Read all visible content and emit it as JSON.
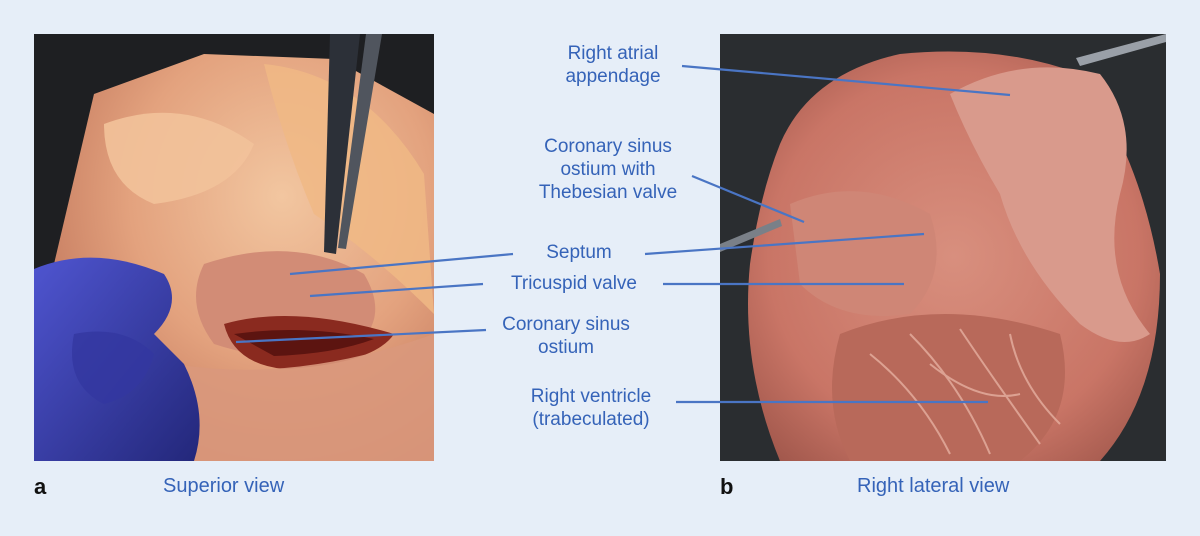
{
  "panels": [
    {
      "letter": "a",
      "caption": "Superior view"
    },
    {
      "letter": "b",
      "caption": "Right lateral view"
    }
  ],
  "labels": {
    "right_atrial_appendage": "Right atrial\nappendage",
    "coronary_sinus_thebesian": "Coronary sinus\nostium with\nThebesian valve",
    "septum": "Septum",
    "tricuspid_valve": "Tricuspid valve",
    "coronary_sinus_ostium": "Coronary sinus\nostium",
    "right_ventricle": "Right ventricle\n(trabeculated)"
  },
  "colors": {
    "background": "#e6eef8",
    "label_text": "#3563b8",
    "leader_line": "#4a75c4",
    "glove": "#3a3fb0"
  }
}
